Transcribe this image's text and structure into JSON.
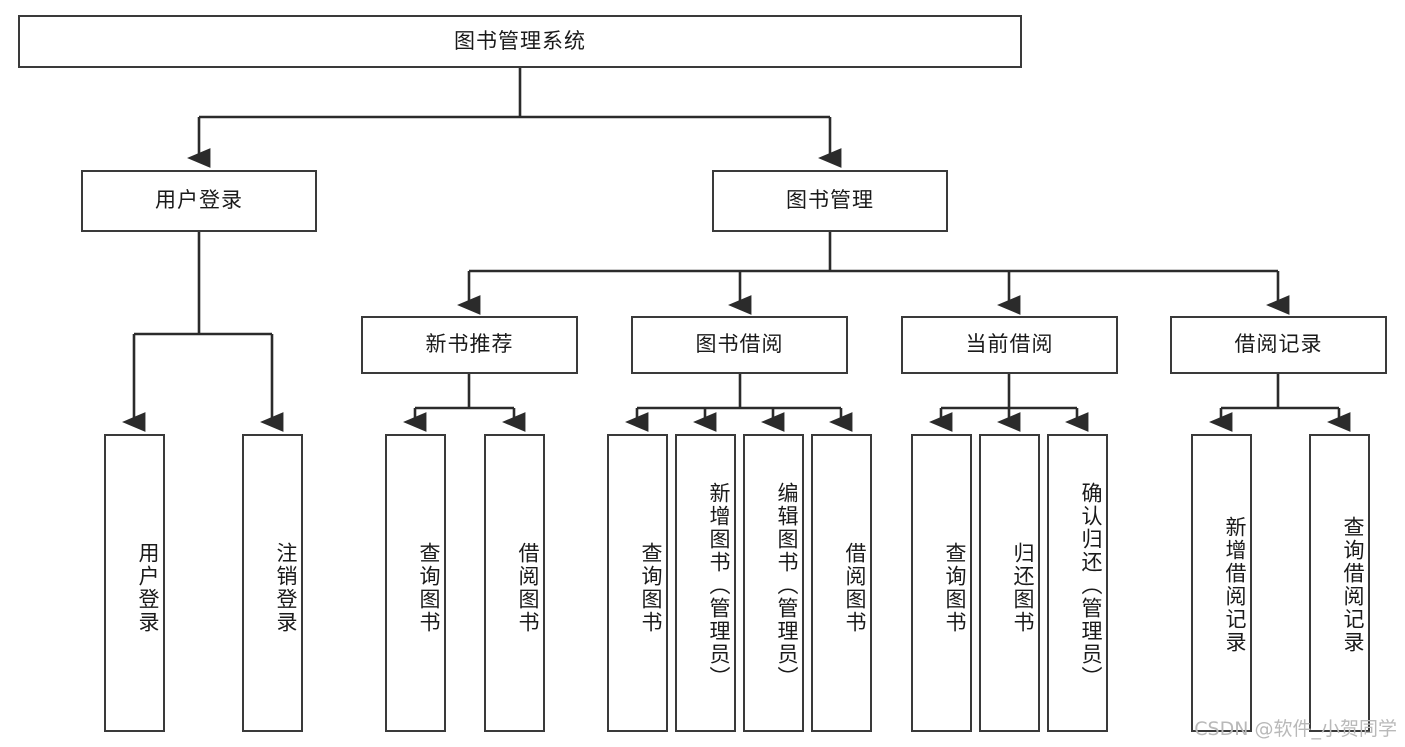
{
  "diagram": {
    "title": "图书管理系统",
    "type": "tree-hierarchy-diagram",
    "colors": {
      "box_border": "#3a3a3a",
      "box_fill": "#ffffff",
      "edge": "#2b2b2b",
      "text": "#1a1a1a",
      "watermark": "#b9b9b9",
      "background": "#ffffff"
    },
    "root": {
      "label": "图书管理系统"
    },
    "level2": [
      {
        "label": "用户登录"
      },
      {
        "label": "图书管理"
      }
    ],
    "level3": [
      {
        "label": "新书推荐"
      },
      {
        "label": "图书借阅"
      },
      {
        "label": "当前借阅"
      },
      {
        "label": "借阅记录"
      }
    ],
    "leaves": {
      "user_login": [
        {
          "label": "用户登录"
        },
        {
          "label": "注销登录"
        }
      ],
      "new_book_recommend": [
        {
          "label": "查询图书"
        },
        {
          "label": "借阅图书"
        }
      ],
      "book_borrow": [
        {
          "label": "查询图书"
        },
        {
          "label": "新增图书（管理员）"
        },
        {
          "label": "编辑图书（管理员）"
        },
        {
          "label": "借阅图书"
        }
      ],
      "current_borrow": [
        {
          "label": "查询图书"
        },
        {
          "label": "归还图书"
        },
        {
          "label": "确认归还（管理员）"
        }
      ],
      "borrow_record": [
        {
          "label": "新增借阅记录"
        },
        {
          "label": "查询借阅记录"
        }
      ]
    }
  },
  "watermark": {
    "text": "CSDN @软件_小贺同学"
  }
}
